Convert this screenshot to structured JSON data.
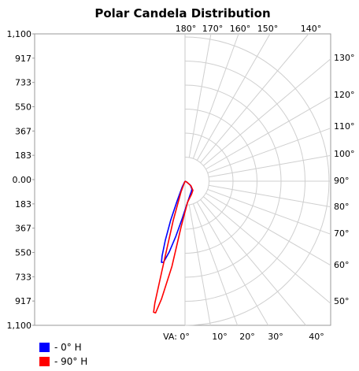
{
  "chart_data": {
    "type": "polar",
    "title": "Polar Candela Distribution",
    "y_tick_labels": [
      "1,100",
      "917",
      "733",
      "550",
      "367",
      "183",
      "0.00",
      "183",
      "367",
      "550",
      "733",
      "917",
      "1,100"
    ],
    "radial_max": 1100,
    "top_angle_labels": [
      "180°",
      "170°",
      "160°",
      "150°",
      "140°"
    ],
    "right_angle_labels": [
      "130°",
      "120°",
      "110°",
      "100°",
      "90°",
      "80°",
      "70°",
      "60°",
      "50°"
    ],
    "bottom_angle_labels": [
      "VA: 0°",
      "10°",
      "20°",
      "30°",
      "40°"
    ],
    "series": [
      {
        "name": "- 0° H",
        "color": "#0000ff",
        "points": [
          [
            0,
            0
          ],
          [
            -20,
            40
          ],
          [
            -60,
            150
          ],
          [
            -110,
            300
          ],
          [
            -150,
            450
          ],
          [
            -175,
            570
          ],
          [
            -180,
            620
          ],
          [
            -165,
            620
          ],
          [
            -120,
            540
          ],
          [
            -70,
            420
          ],
          [
            -20,
            280
          ],
          [
            20,
            160
          ],
          [
            40,
            100
          ],
          [
            48,
            80
          ],
          [
            52,
            60
          ],
          [
            40,
            30
          ],
          [
            10,
            5
          ],
          [
            0,
            0
          ]
        ]
      },
      {
        "name": "- 90° H",
        "color": "#ff0000",
        "points": [
          [
            0,
            0
          ],
          [
            -30,
            80
          ],
          [
            -90,
            300
          ],
          [
            -180,
            700
          ],
          [
            -230,
            930
          ],
          [
            -240,
            1000
          ],
          [
            -225,
            1005
          ],
          [
            -180,
            900
          ],
          [
            -100,
            650
          ],
          [
            -30,
            350
          ],
          [
            20,
            160
          ],
          [
            50,
            100
          ],
          [
            60,
            70
          ],
          [
            45,
            35
          ],
          [
            15,
            8
          ],
          [
            0,
            0
          ]
        ]
      }
    ]
  }
}
